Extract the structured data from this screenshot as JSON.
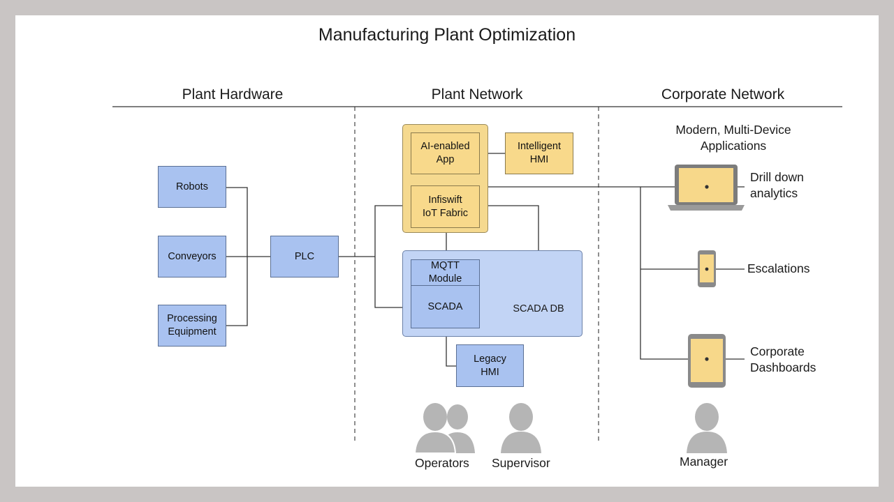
{
  "title": "Manufacturing Plant Optimization",
  "columns": {
    "hardware": "Plant Hardware",
    "network": "Plant Network",
    "corporate": "Corporate Network"
  },
  "hardware": {
    "robots": "Robots",
    "conveyors": "Conveyors",
    "processing_line1": "Processing",
    "processing_line2": "Equipment",
    "plc": "PLC"
  },
  "plant_network": {
    "ai_app_line1": "AI-enabled",
    "ai_app_line2": "App",
    "intelligent_hmi_line1": "Intelligent",
    "intelligent_hmi_line2": "HMI",
    "iot_fabric_line1": "Infiswift",
    "iot_fabric_line2": "IoT Fabric",
    "mqtt_line1": "MQTT",
    "mqtt_line2": "Module",
    "scada": "SCADA",
    "scada_db": "SCADA DB",
    "legacy_hmi_line1": "Legacy",
    "legacy_hmi_line2": "HMI"
  },
  "corporate": {
    "apps_header_line1": "Modern, Multi-Device",
    "apps_header_line2": "Applications",
    "drill_line1": "Drill down",
    "drill_line2": "analytics",
    "escalations": "Escalations",
    "dashboards_line1": "Corporate",
    "dashboards_line2": "Dashboards"
  },
  "people": {
    "operators": "Operators",
    "supervisor": "Supervisor",
    "manager": "Manager"
  },
  "icons": {
    "laptop": "laptop-icon",
    "phone": "phone-icon",
    "tablet": "tablet-icon",
    "person": "person-icon",
    "group": "people-group-icon"
  },
  "colors": {
    "hardware_box": "#a9c2f0",
    "yellow_box": "#f8d98b",
    "scada_group": "#c2d4f5",
    "person_gray": "#b5b5b5",
    "background": "#c9c5c4"
  }
}
